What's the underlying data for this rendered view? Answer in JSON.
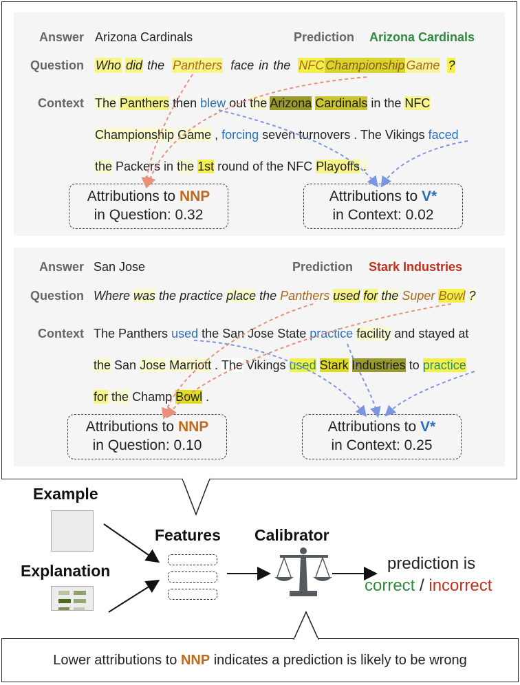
{
  "colors": {
    "nnp": "#c06a1e",
    "vstar": "#2a6fb8",
    "correct": "#2e8b3d",
    "incorrect": "#c0301e",
    "label_gray": "#666666",
    "panel_bg": "#f5f5f5",
    "arrow_orange": "#e8907a",
    "arrow_blue": "#7a96e0"
  },
  "example1": {
    "answer_label": "Answer",
    "answer": "Arizona Cardinals",
    "prediction_label": "Prediction",
    "prediction": "Arizona Cardinals",
    "prediction_status": "correct",
    "question_label": "Question",
    "question_tokens": [
      {
        "t": "Who",
        "bg": "#f7f58a"
      },
      {
        "t": "did",
        "bg": "#f7f58a"
      },
      {
        "t": "the",
        "bg": ""
      },
      {
        "t": "Panthers",
        "bg": "#f7f58a",
        "nnp": true
      },
      {
        "t": "face",
        "bg": ""
      },
      {
        "t": "in",
        "bg": ""
      },
      {
        "t": "the",
        "bg": ""
      },
      {
        "t": "NFC",
        "bg": "#f3f04a",
        "nnp": true
      },
      {
        "t": "Championship",
        "bg": "#d8d52a",
        "nnp": true
      },
      {
        "t": "Game",
        "bg": "#f7f5a0",
        "nnp": true
      },
      {
        "t": "?",
        "bg": "#f3f04a"
      }
    ],
    "context_label": "Context",
    "context_lines": [
      "The Panthers then blew out the Arizona Cardinals in the NFC",
      "Championship Game , forcing seven turnovers . The Vikings faced",
      "the Packers in the 1st round of the NFC Playoffs ."
    ],
    "verbs": [
      "blew",
      "forcing",
      "faced"
    ],
    "attr_nnp": {
      "line1_prefix": "Attributions to ",
      "tag": "NNP",
      "line2": "in Question: 0.32",
      "value": 0.32
    },
    "attr_v": {
      "line1_prefix": "Attributions to ",
      "tag": "V*",
      "line2": "in Context: 0.02",
      "value": 0.02
    }
  },
  "example2": {
    "answer_label": "Answer",
    "answer": "San Jose",
    "prediction_label": "Prediction",
    "prediction": "Stark Industries",
    "prediction_status": "incorrect",
    "question_label": "Question",
    "question_text": "Where was the practice place the Panthers used for the Super Bowl ?",
    "context_label": "Context",
    "context_lines": [
      "The Panthers used the San Jose State practice facility and stayed at",
      "the San Jose Marriott . The Vikings used Stark Industries to practice",
      "for the Champ Bowl ."
    ],
    "attr_nnp": {
      "line1_prefix": "Attributions to ",
      "tag": "NNP",
      "line2": "in Question: 0.10",
      "value": 0.1
    },
    "attr_v": {
      "line1_prefix": "Attributions to ",
      "tag": "V*",
      "line2": "in Context: 0.25",
      "value": 0.25
    }
  },
  "pipeline": {
    "example_label": "Example",
    "explanation_label": "Explanation",
    "features_label": "Features",
    "calibrator_label": "Calibrator",
    "output_line1": "prediction is",
    "output_correct": "correct",
    "output_sep": " / ",
    "output_incorrect": "incorrect",
    "icons": [
      "example-box-icon",
      "explanation-bars-icon",
      "feature-slots-icon",
      "scale-icon"
    ]
  },
  "insight": {
    "prefix": "Lower attributions to ",
    "tag": "NNP",
    "suffix": " indicates a prediction is likely to be wrong"
  }
}
